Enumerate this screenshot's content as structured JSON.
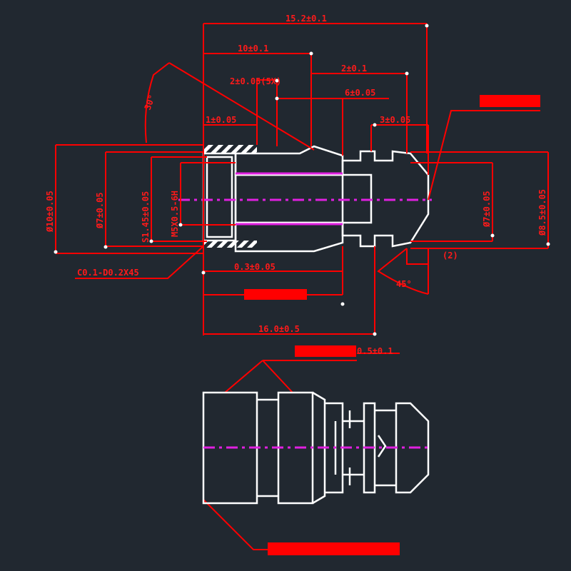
{
  "drawing": {
    "colors": {
      "background": "#212830",
      "dimension": "#ff0000",
      "outline": "#ffffff",
      "centerline": "#e020e0"
    },
    "dimensions_top": {
      "overall_length": "15.2±0.1",
      "head_length": "10±0.1",
      "groove_pitch": "2±0.05(5X)",
      "shoulder": "2±0.1",
      "neck": "6±0.05",
      "chamfer_width": "1±0.05",
      "tip": "3±0.05",
      "angle": "30°"
    },
    "dimensions_left": {
      "outer_dia": "Ø10±0.05",
      "inner_dia": "Ø7±0.05",
      "seat_dia": "S1.45±0.05",
      "thread": "M5X0.5-6H",
      "chamfer_note": "C0.1-D0.2X45"
    },
    "dimensions_right": {
      "tip_dia": "Ø7±0.05",
      "collar_dia": "Ø8.5±0.05",
      "ref": "(2)",
      "angle": "45°"
    },
    "dimensions_bottom": {
      "step": "0.3±0.05",
      "total": "16.0±0.5",
      "knurl": "0.5±0.1"
    }
  }
}
